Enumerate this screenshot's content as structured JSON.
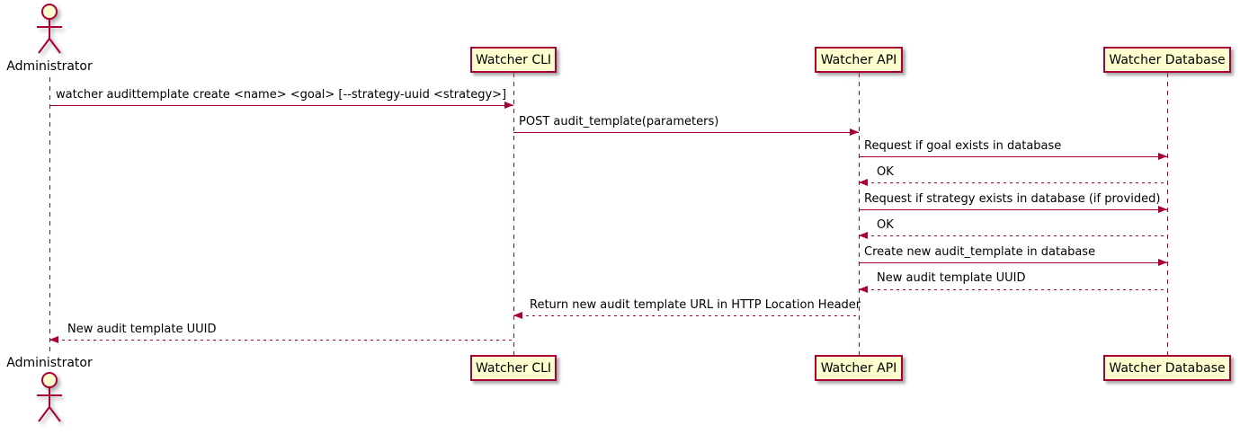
{
  "diagram_type": "uml-sequence",
  "colors": {
    "accent": "#A80036",
    "participant_fill": "#FEFECE",
    "text": "#000000",
    "background": "#FFFFFF"
  },
  "participants": [
    {
      "id": "administrator",
      "label": "Administrator",
      "type": "actor"
    },
    {
      "id": "watcher-cli",
      "label": "Watcher CLI",
      "type": "participant"
    },
    {
      "id": "watcher-api",
      "label": "Watcher API",
      "type": "participant"
    },
    {
      "id": "watcher-database",
      "label": "Watcher Database",
      "type": "participant"
    }
  ],
  "messages": [
    {
      "from": "Administrator",
      "to": "Watcher CLI",
      "style": "solid",
      "label": "watcher audittemplate create <name> <goal> [--strategy-uuid <strategy>]"
    },
    {
      "from": "Watcher CLI",
      "to": "Watcher API",
      "style": "solid",
      "label": "POST audit_template(parameters)"
    },
    {
      "from": "Watcher API",
      "to": "Watcher Database",
      "style": "solid",
      "label": "Request if goal exists in database"
    },
    {
      "from": "Watcher Database",
      "to": "Watcher API",
      "style": "dashed",
      "label": "OK"
    },
    {
      "from": "Watcher API",
      "to": "Watcher Database",
      "style": "solid",
      "label": "Request if strategy exists in database (if provided)"
    },
    {
      "from": "Watcher Database",
      "to": "Watcher API",
      "style": "dashed",
      "label": "OK"
    },
    {
      "from": "Watcher API",
      "to": "Watcher Database",
      "style": "solid",
      "label": "Create new audit_template in database"
    },
    {
      "from": "Watcher Database",
      "to": "Watcher API",
      "style": "dashed",
      "label": "New audit template UUID"
    },
    {
      "from": "Watcher API",
      "to": "Watcher CLI",
      "style": "dashed",
      "label": "Return new audit template URL in HTTP Location Header"
    },
    {
      "from": "Watcher CLI",
      "to": "Administrator",
      "style": "dashed",
      "label": "New audit template UUID"
    }
  ]
}
